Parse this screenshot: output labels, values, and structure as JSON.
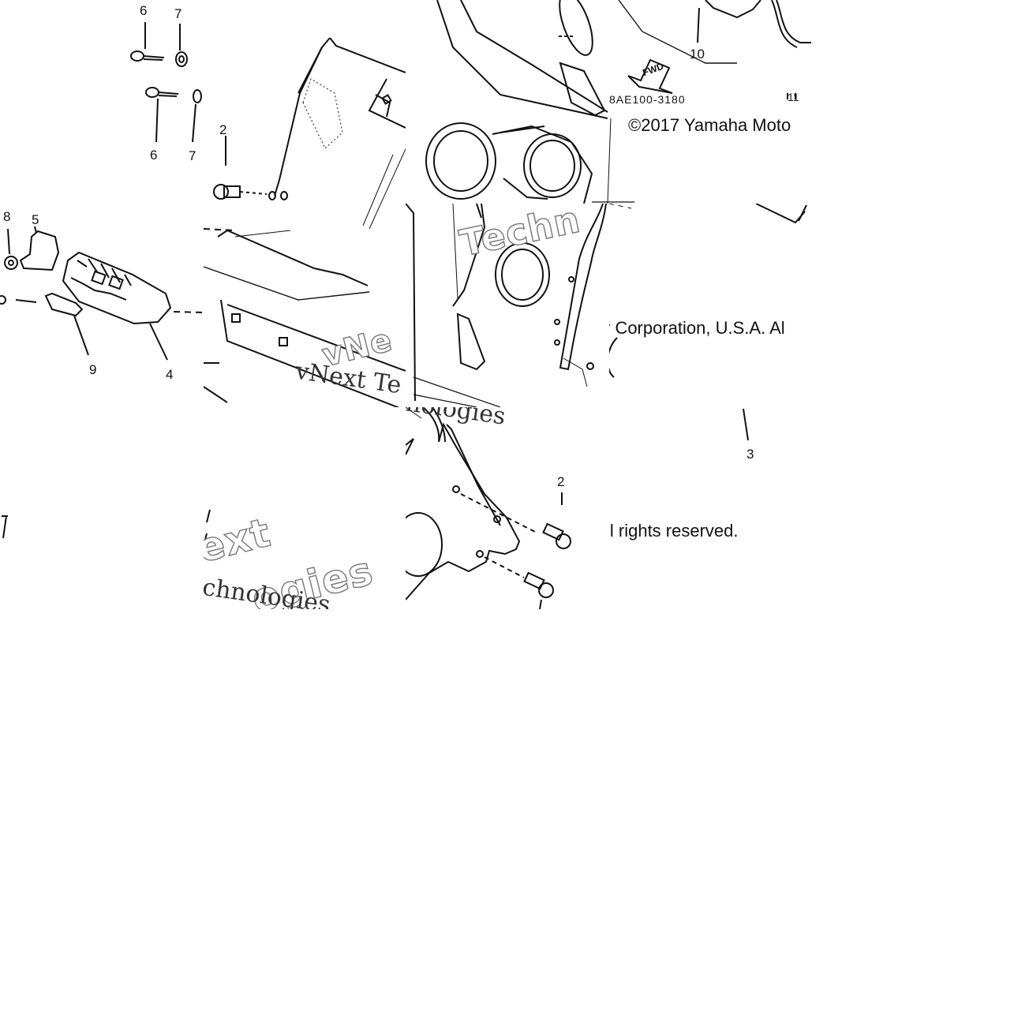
{
  "callouts": {
    "c6a": "6",
    "c7a": "7",
    "c6b": "6",
    "c7b": "7",
    "c2a": "2",
    "c8": "8",
    "c5": "5",
    "c9": "9",
    "c4": "4",
    "c10": "10",
    "c11": "11",
    "c3": "3",
    "c2b": "2"
  },
  "part_code": "8AE100-3180",
  "fwd_label": "FWD",
  "copyright": {
    "line1": "©2017 Yamaha Moto",
    "line2": "r Corporation, U.S.A. Al",
    "line3": "ll rights reserved."
  },
  "watermark": {
    "techn": "Techn",
    "vnext": "vNext Te",
    "vne": "vNe",
    "logies": "nologies",
    "ext": "ext",
    "ogies": "ogies",
    "chnologies": "chnologies"
  },
  "colors": {
    "ink": "#111111",
    "background": "#ffffff",
    "watermark_outline": "#777777"
  }
}
